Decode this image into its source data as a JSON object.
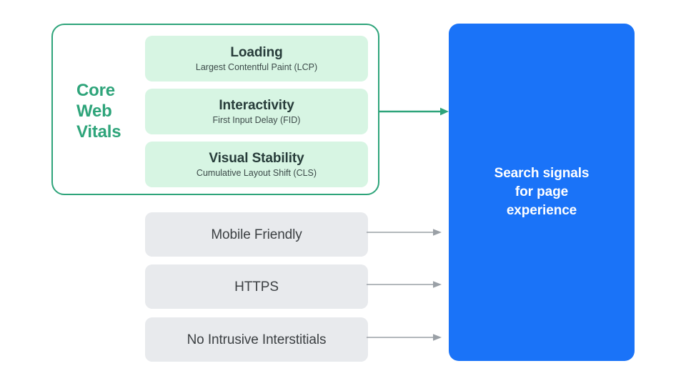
{
  "diagram": {
    "title": "Search signals for page experience",
    "colors": {
      "core_web_vitals_accent": "#2ea47a",
      "metric_card_fill": "#d7f5e3",
      "gray_box_fill": "#e8eaed",
      "blue_box_fill": "#1a73f8",
      "gray_arrow": "#9aa0a6",
      "text_dark": "#3c4043",
      "text_white": "#ffffff",
      "background": "#ffffff"
    }
  },
  "core_web_vitals": {
    "label_lines": [
      "Core",
      "Web",
      "Vitals"
    ],
    "metrics": [
      {
        "title": "Loading",
        "subtitle": "Largest Contentful Paint (LCP)"
      },
      {
        "title": "Interactivity",
        "subtitle": "First Input Delay (FID)"
      },
      {
        "title": "Visual Stability",
        "subtitle": "Cumulative Layout Shift (CLS)"
      }
    ]
  },
  "other_signals": [
    {
      "label": "Mobile Friendly"
    },
    {
      "label": "HTTPS"
    },
    {
      "label": "No Intrusive Interstitials"
    }
  ],
  "result": {
    "lines": [
      "Search signals",
      "for page",
      "experience"
    ]
  }
}
